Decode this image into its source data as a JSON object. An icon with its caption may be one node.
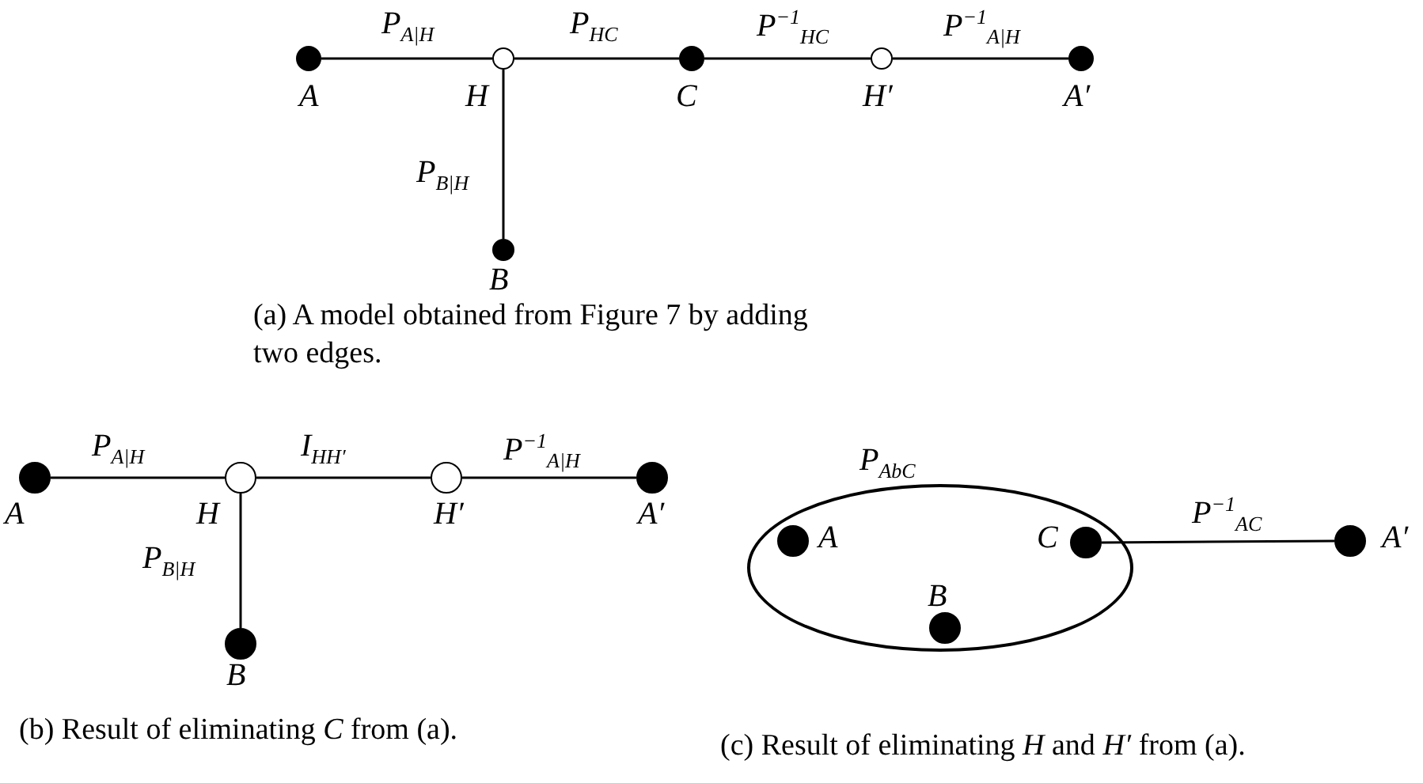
{
  "diagram": {
    "nodes": [
      {
        "text": [],
        "shape": "circle",
        "beside": [
          "A"
        ]
      },
      {
        "text": [],
        "shape": "circle",
        "beside": [
          "H"
        ]
      },
      {
        "text": [],
        "shape": "circle",
        "beside": [
          "C"
        ]
      },
      {
        "text": [],
        "shape": "circle",
        "beside": [
          "H′"
        ]
      },
      {
        "text": [],
        "shape": "circle",
        "beside": [
          "A′"
        ]
      },
      {
        "text": [],
        "shape": "circle",
        "beside": [
          "B"
        ]
      },
      {
        "text": [],
        "shape": "circle",
        "beside": [
          "A"
        ]
      },
      {
        "text": [],
        "shape": "circle",
        "beside": [
          "H"
        ]
      },
      {
        "text": [],
        "shape": "circle",
        "beside": [
          "H′"
        ]
      },
      {
        "text": [],
        "shape": "circle",
        "beside": [
          "A′"
        ]
      },
      {
        "text": [],
        "shape": "circle",
        "beside": [
          "B"
        ]
      },
      {
        "text": [
          "P$_{AbC}$"
        ]
      },
      {
        "text": [],
        "shape": "circle",
        "beside": [
          "A"
        ],
        "in": 11
      },
      {
        "text": [],
        "shape": "circle",
        "beside": [
          "C"
        ],
        "in": 11
      },
      {
        "text": [],
        "shape": "circle",
        "beside": [
          "B"
        ],
        "in": 11
      },
      {
        "text": [],
        "shape": "circle",
        "beside": [
          "A′"
        ]
      }
    ],
    "edges": [
      {
        "from": 0,
        "to": 1,
        "arrow": "none",
        "label": "P$_{A|H}$"
      },
      {
        "from": 1,
        "to": 2,
        "arrow": "none",
        "label": "P$_{HC}$"
      },
      {
        "from": 2,
        "to": 3,
        "arrow": "none",
        "label": "P$^{−1}$$_{HC}$"
      },
      {
        "from": 3,
        "to": 4,
        "arrow": "none",
        "label": "P$^{−1}$$_{A|H}$"
      },
      {
        "from": 1,
        "to": 5,
        "arrow": "none",
        "label": "P$_{B|H}$"
      },
      {
        "from": 6,
        "to": 7,
        "arrow": "none",
        "label": "P$_{A|H}$"
      },
      {
        "from": 7,
        "to": 8,
        "arrow": "none",
        "label": "I$_{HH′}$"
      },
      {
        "from": 8,
        "to": 9,
        "arrow": "none",
        "label": "P$^{−1}$$_{A|H}$"
      },
      {
        "from": 7,
        "to": 10,
        "arrow": "none",
        "label": "P$_{B|H}$"
      },
      {
        "from": 13,
        "to": 15,
        "arrow": "none",
        "label": "P$^{−1}$$_{AC}$"
      }
    ],
    "labels": [
      "(a) A model obtained from Figure 7 by adding two edges.",
      "(b) Result of eliminating *C* from (a).",
      "(c) Result of eliminating *H* and *H′* from (a)."
    ]
  }
}
